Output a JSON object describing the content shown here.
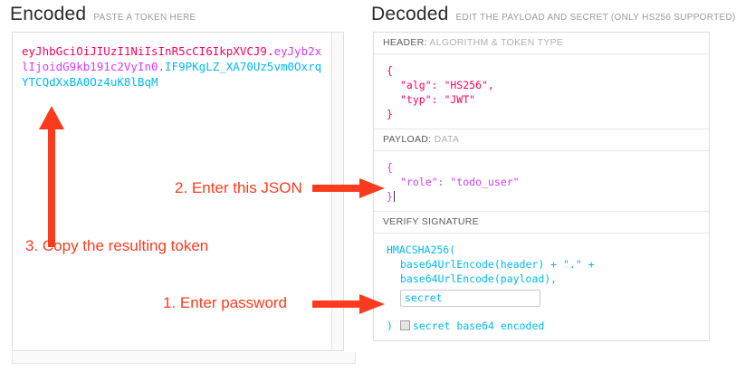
{
  "encoded": {
    "title": "Encoded",
    "subtitle": "PASTE A TOKEN HERE",
    "token": {
      "header": "eyJhbGciOiJIUzI1NiIsInR5cCI6IkpXVCJ9",
      "dot1": ".",
      "payload": "eyJyb2xlIjoidG9kb191c2VyIn0",
      "dot2": ".",
      "signature": "IF9PKgLZ_XA70Uz5vm0OxrqYTCQdXxBA0Oz4uK8lBqM",
      "full": "eyJhbGciOiJIUzI1NiIsInR5cCI6IkpXVCJ9.eyJyb2xlIjoidG9kb191c2VyIn0.IF9PKgLZ_XA70Uz5vm0OxrqYTCQdXxBA0Oz4uK8lBqM"
    }
  },
  "decoded": {
    "title": "Decoded",
    "subtitle": "EDIT THE PAYLOAD AND SECRET (ONLY HS256 SUPPORTED)",
    "header_section": {
      "label_strong": "HEADER:",
      "label_rest": "ALGORITHM & TOKEN TYPE",
      "lines": {
        "open": "{",
        "alg": "\"alg\": \"HS256\",",
        "typ": "\"typ\": \"JWT\"",
        "close": "}"
      }
    },
    "payload_section": {
      "label_strong": "PAYLOAD:",
      "label_rest": "DATA",
      "lines": {
        "open": "{",
        "role": "\"role\": \"todo_user\"",
        "close": "}"
      }
    },
    "signature_section": {
      "label_strong": "VERIFY SIGNATURE",
      "label_rest": "",
      "lines": {
        "fn_open": "HMACSHA256(",
        "arg1": "base64UrlEncode(header) + \".\" +",
        "arg2": "base64UrlEncode(payload),",
        "fn_close": ")"
      },
      "secret_value": "secret",
      "secret_placeholder": "secret",
      "base64_label": "secret base64 encoded",
      "base64_checked": false
    }
  },
  "annotations": [
    {
      "name": "annotation-enter-password",
      "text": "1. Enter password"
    },
    {
      "name": "annotation-enter-json",
      "text": "2. Enter this JSON"
    },
    {
      "name": "annotation-copy-token",
      "text": "3. Copy the resulting token"
    }
  ],
  "colors": {
    "header_segment": "#fb015b",
    "payload_segment": "#d63aff",
    "signature_segment": "#00b9f1",
    "annotation": "#fb3b1e",
    "panel_border": "#dedede",
    "label_muted": "#b0b0b0"
  }
}
